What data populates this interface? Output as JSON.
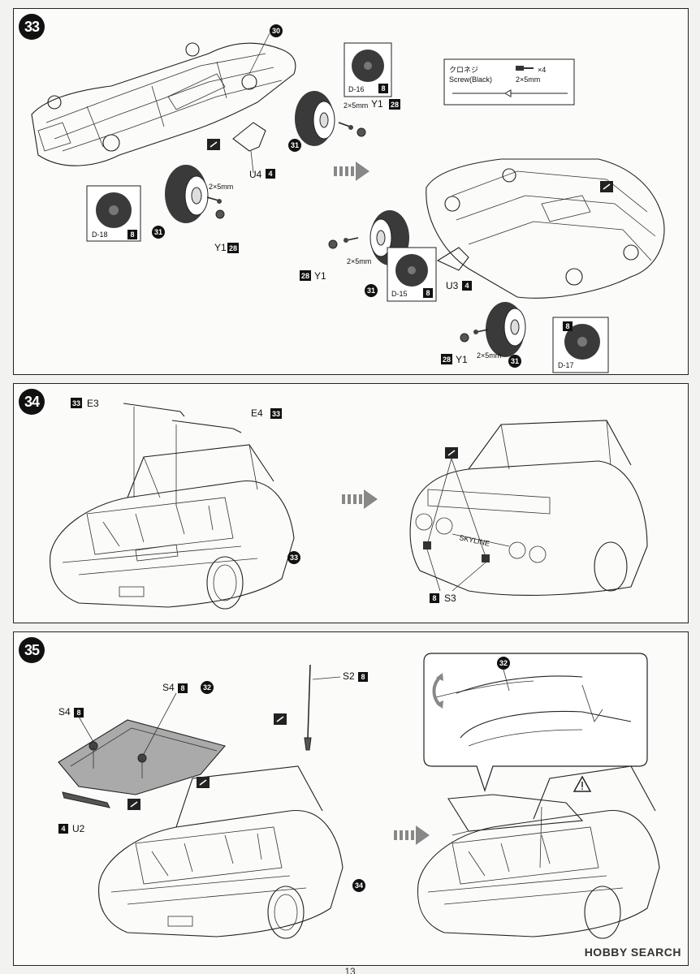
{
  "steps": [
    {
      "number": "33",
      "callouts": {
        "part_30": "30",
        "part_31": "31",
        "u4": "U4",
        "u4_sprue": "4",
        "u3": "U3",
        "u3_sprue": "4",
        "y1": "Y1",
        "y1_sprue": "28",
        "screw_size": "2×5mm",
        "d16": "D-16",
        "d15": "D-15",
        "d17": "D-17",
        "d18": "D-18",
        "d_sprue": "8"
      },
      "screw_legend": {
        "title_jp": "クロネジ",
        "title_en": "Screw(Black)",
        "quantity": "×4",
        "size": "2×5mm"
      }
    },
    {
      "number": "34",
      "callouts": {
        "e3": "E3",
        "e4": "E4",
        "e_sprue": "33",
        "s3": "S3",
        "s_sprue": "8",
        "body_ref": "33",
        "skyline_badge": "SKYLINE"
      }
    },
    {
      "number": "35",
      "callouts": {
        "s4": "S4",
        "s4_sprue": "8",
        "s2": "S2",
        "s2_sprue": "8",
        "u2": "U2",
        "u2_sprue": "4",
        "part_32": "32",
        "body_ref": "34"
      }
    }
  ],
  "page_number": "13",
  "watermark": "HOBBY SEARCH",
  "icons": [
    "arrow-right-icon",
    "glue-icon",
    "warning-icon",
    "tire-icon",
    "screwdriver-icon",
    "screw-icon"
  ]
}
